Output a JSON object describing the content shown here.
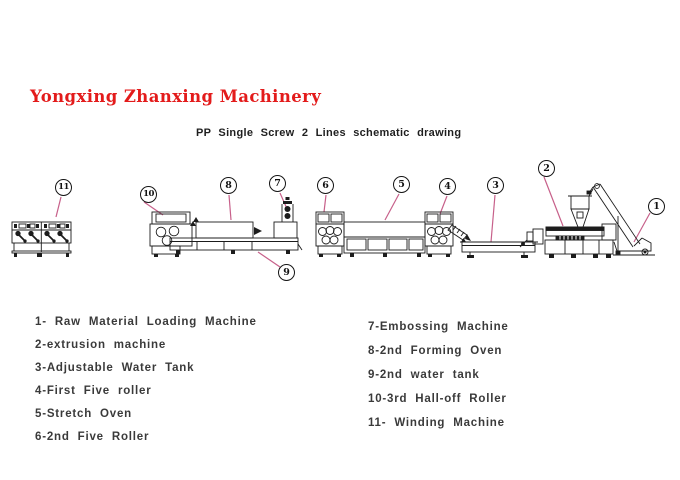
{
  "header": {
    "company_name": "Yongxing Zhanxing Machinery",
    "drawing_title": "PP Single Screw 2 Lines schematic drawing"
  },
  "callouts": [
    "1",
    "2",
    "3",
    "4",
    "5",
    "6",
    "7",
    "8",
    "9",
    "10",
    "11"
  ],
  "legend": {
    "left": [
      "1- Raw Material Loading Machine",
      "2-extrusion machine",
      "3-Adjustable Water Tank",
      "4-First Five roller",
      "5-Stretch Oven",
      "6-2nd Five Roller"
    ],
    "right": [
      "7-Embossing Machine",
      "8-2nd Forming Oven",
      "9-2nd water tank",
      "10-3rd Hall-off Roller",
      "11- Winding Machine"
    ]
  },
  "colors": {
    "title_red": "#e31b1b",
    "leader_pink": "#c7608a",
    "line_black": "#1c1c1c",
    "legend_text": "#3a3a3a"
  }
}
